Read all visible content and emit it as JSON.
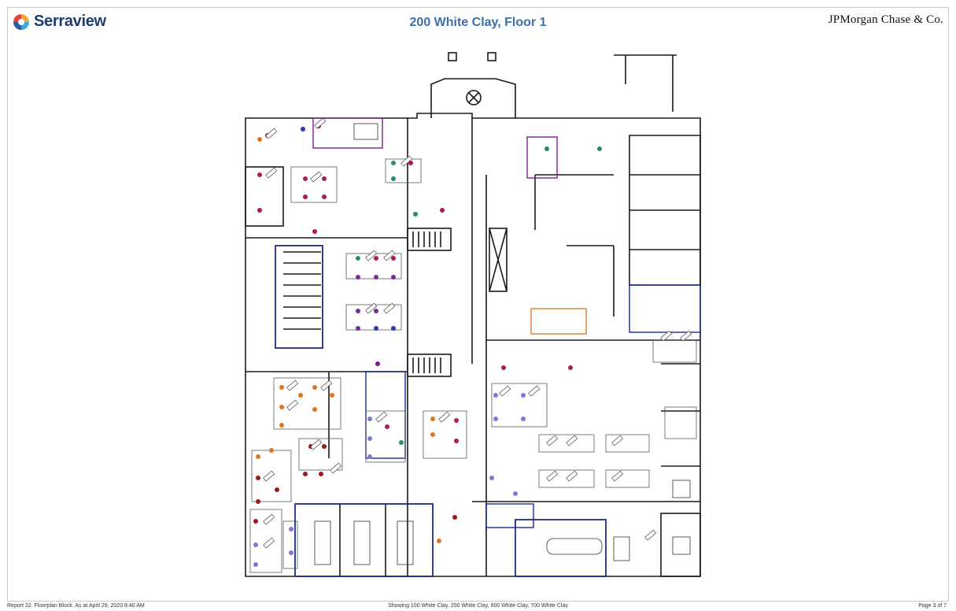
{
  "header": {
    "brand_name": "Serraview",
    "title": "200 White Clay, Floor 1",
    "company": "JPMorgan Chase & Co."
  },
  "footer": {
    "report": "Report 22. Floorplan Block. As at April 29, 2020 8:40 AM",
    "showing": "Showing 100 White Clay, 200 White Clay, 600 White Clay, 700 White Clay",
    "page": "Page 3 of 7"
  },
  "colors": {
    "brand_navy": "#1f3c70",
    "title_blue": "#3d6ea6",
    "wall": "#1a1a1a",
    "zone_blue": "#1c2a9c",
    "zone_purple": "#7a1f8a",
    "zone_orange": "#e07a2c",
    "seat_magenta": "#b0185a",
    "seat_purple": "#7a2a9a",
    "seat_teal": "#2a8a6e",
    "seat_blue": "#2a3aa8",
    "seat_orange": "#e2741c",
    "seat_red": "#9a1a1a",
    "seat_lavender": "#7a7ad0"
  }
}
